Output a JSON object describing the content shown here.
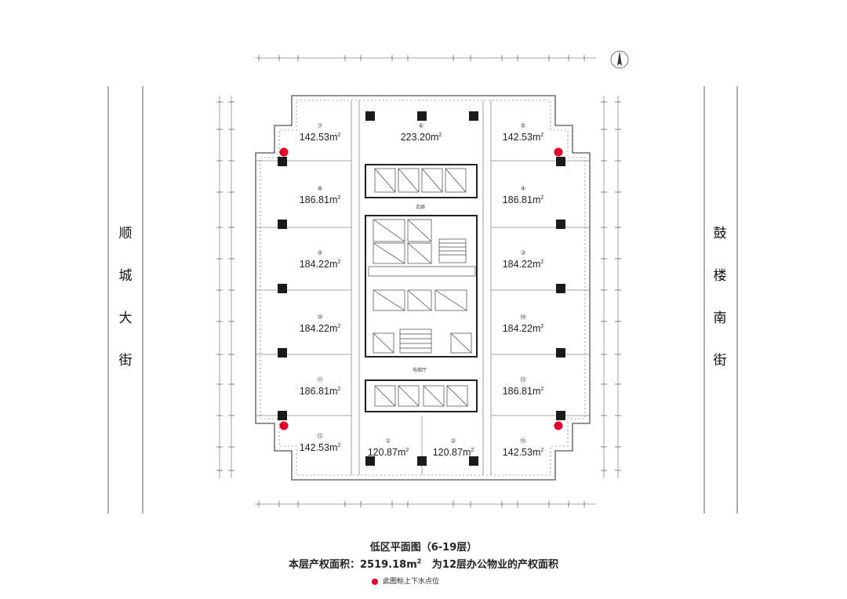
{
  "streets": {
    "west": [
      "顺",
      "城",
      "大",
      "街"
    ],
    "east": [
      "鼓",
      "楼",
      "南",
      "街"
    ]
  },
  "core_labels": {
    "upper": "走廊",
    "lower": "电梯厅"
  },
  "units": [
    {
      "no": "⑦",
      "area": "142.53m",
      "sup": "2"
    },
    {
      "no": "⑥",
      "area": "223.20m",
      "sup": "2"
    },
    {
      "no": "⑤",
      "area": "142.53m",
      "sup": "2"
    },
    {
      "no": "⑧",
      "area": "186.81m",
      "sup": "2"
    },
    {
      "no": "④",
      "area": "186.81m",
      "sup": "2"
    },
    {
      "no": "⑨",
      "area": "184.22m",
      "sup": "2"
    },
    {
      "no": "③",
      "area": "184.22m",
      "sup": "2"
    },
    {
      "no": "⑩",
      "area": "184.22m",
      "sup": "2"
    },
    {
      "no": "⑭",
      "area": "184.22m",
      "sup": "2"
    },
    {
      "no": "⑪",
      "area": "186.81m",
      "sup": "2"
    },
    {
      "no": "⑬",
      "area": "186.81m",
      "sup": "2"
    },
    {
      "no": "⑫",
      "area": "142.53m",
      "sup": "2"
    },
    {
      "no": "①",
      "area": "120.87m",
      "sup": "2"
    },
    {
      "no": "②",
      "area": "120.87m",
      "sup": "2"
    },
    {
      "no": "⑮",
      "area": "142.53m",
      "sup": "2"
    }
  ],
  "caption": {
    "title": "低区平面图（6-19层）",
    "area_prefix": "本层产权面积：2519.18m",
    "area_sup": "2",
    "area_suffix": "   为12层办公物业的产权面积",
    "legend": "此图标上下水点位"
  },
  "colors": {
    "water_point": "#e4002b",
    "column": "#1a1a1a",
    "line": "#8a8a8a"
  },
  "north_arrow_icon": "north-arrow-icon"
}
